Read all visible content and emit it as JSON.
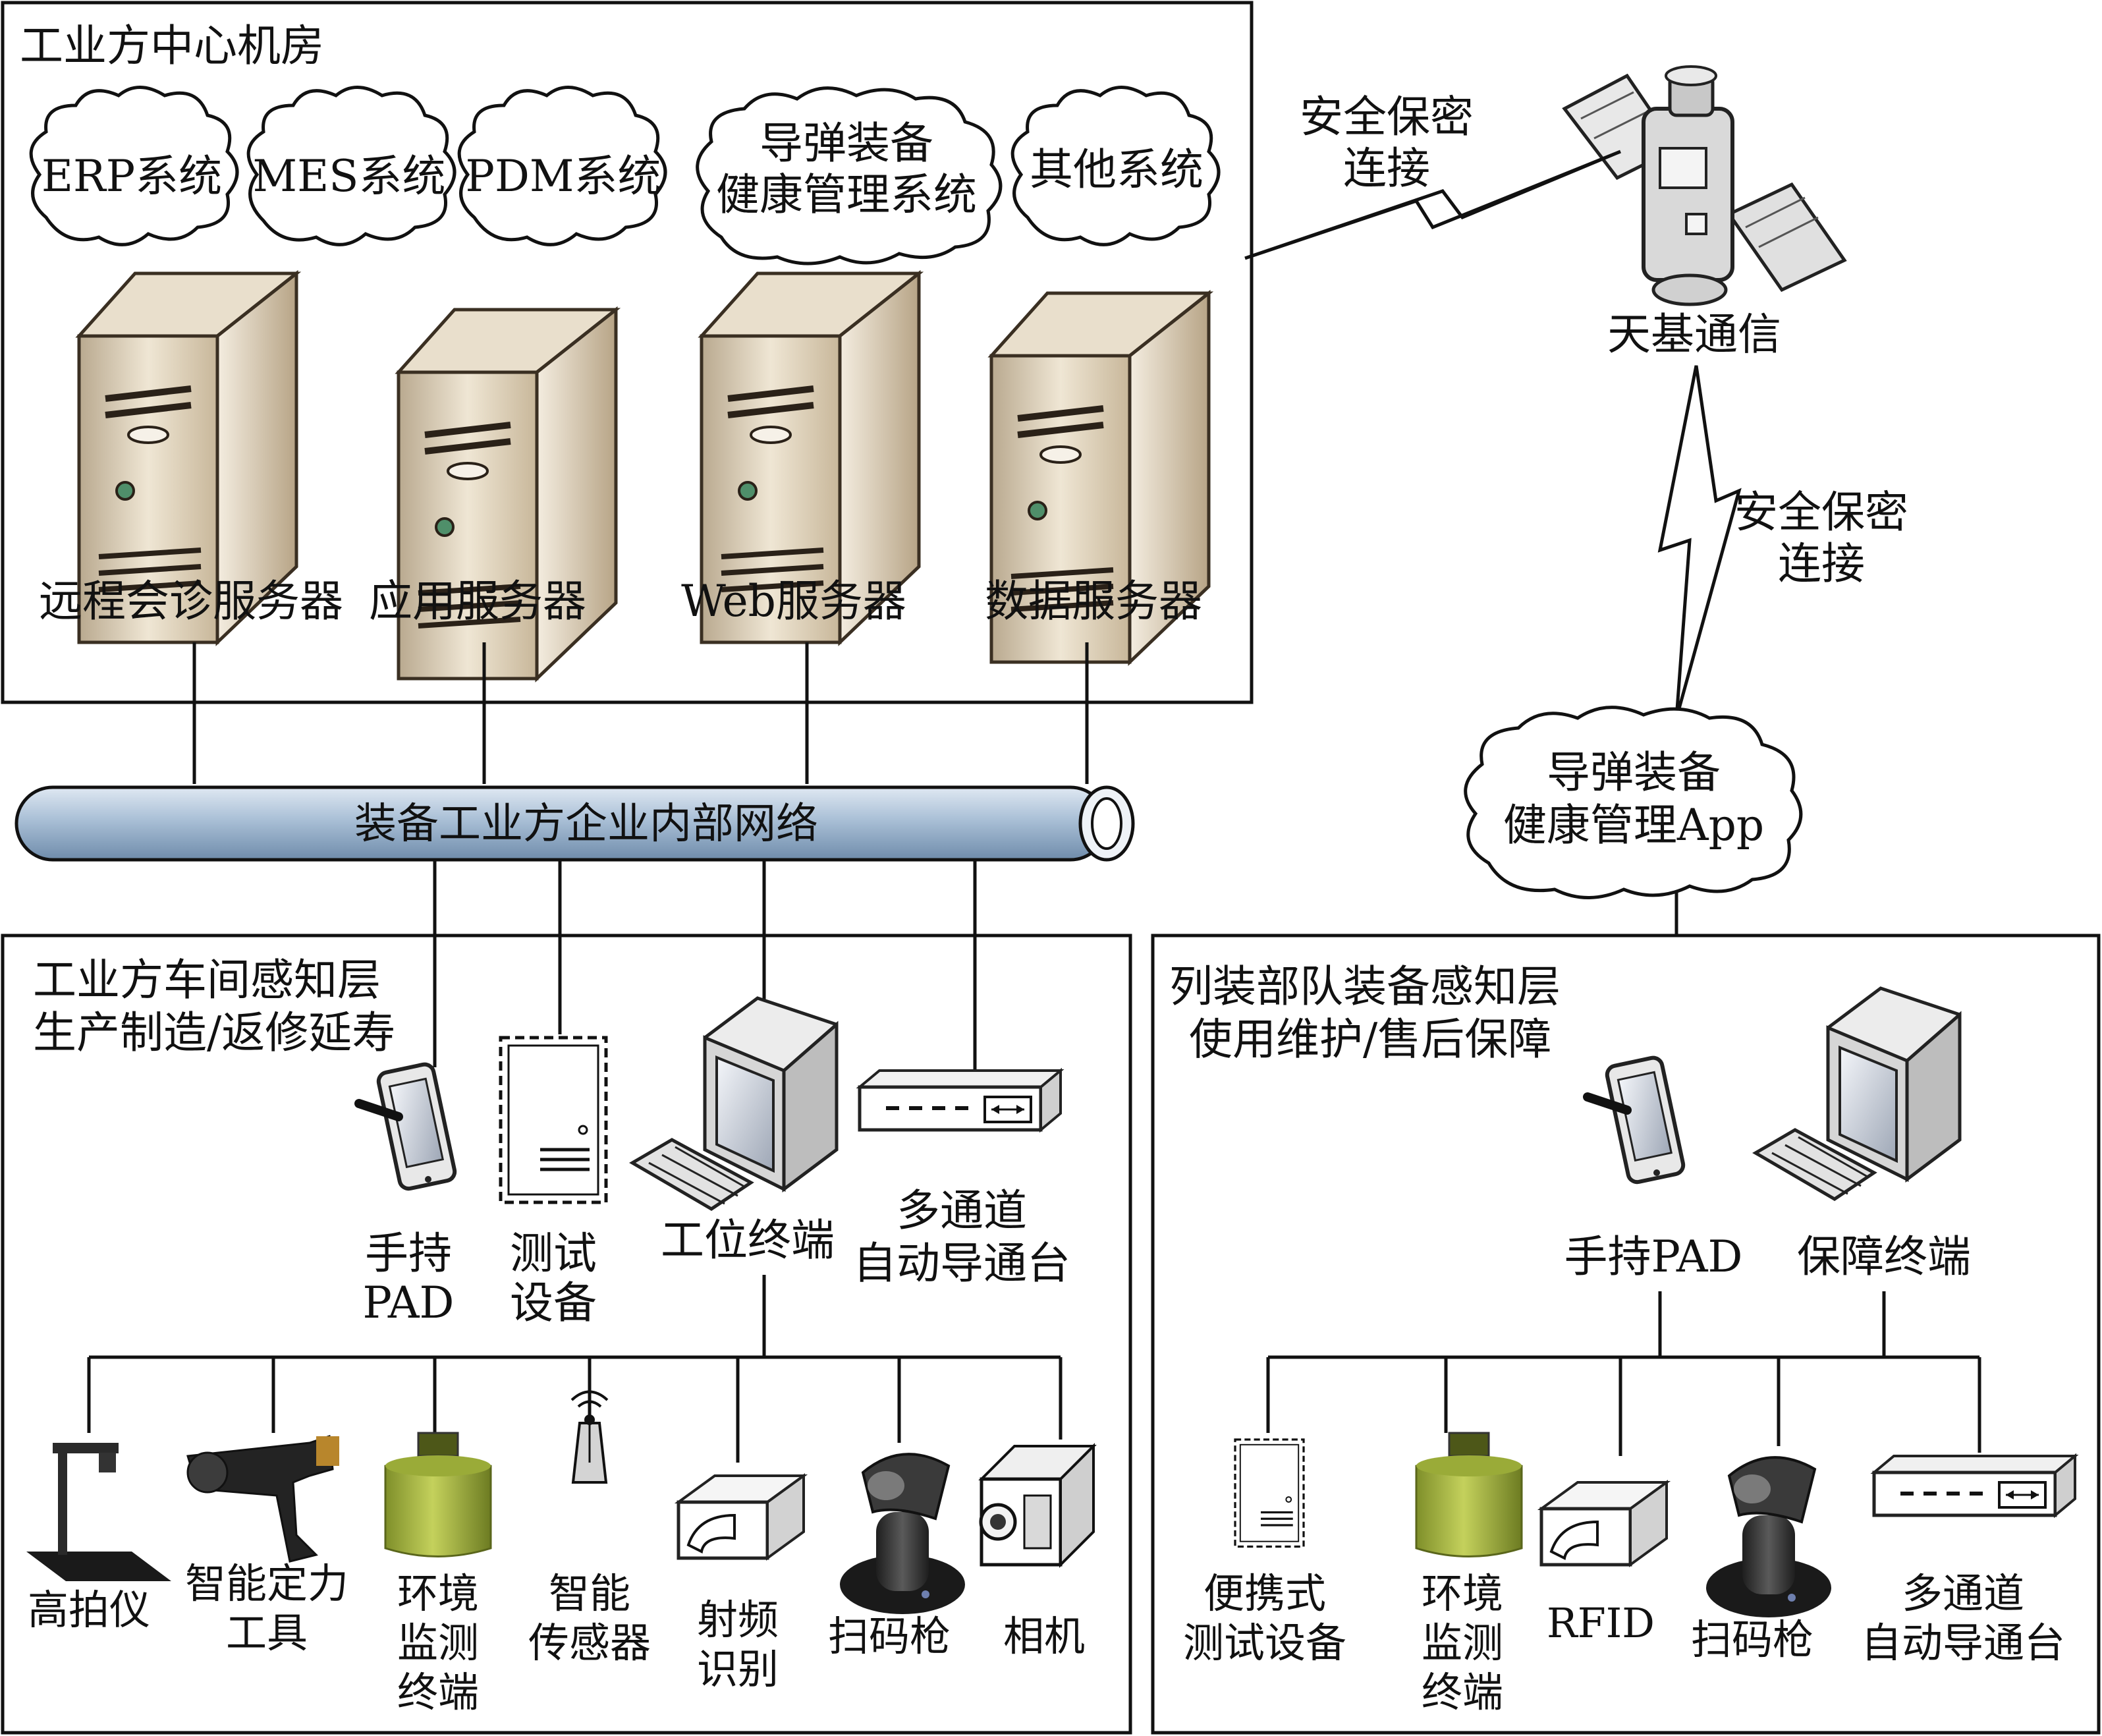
{
  "center": {
    "title": "工业方中心机房",
    "clouds": [
      "ERP系统",
      "MES系统",
      "PDM系统",
      [
        "导弹装备",
        "健康管理系统"
      ],
      "其他系统"
    ],
    "servers": [
      "远程会诊服务器",
      "应用服务器",
      "Web服务器",
      "数据服务器"
    ]
  },
  "satellite": {
    "label": "天基通信",
    "link_top": [
      "安全保密",
      "连接"
    ],
    "link_right": [
      "安全保密",
      "连接"
    ]
  },
  "app_cloud": [
    "导弹装备",
    "健康管理App"
  ],
  "network": {
    "label": "装备工业方企业内部网络"
  },
  "workshop": {
    "title": [
      "工业方车间感知层",
      "生产制造/返修延寿"
    ],
    "devices": [
      [
        "手持",
        "PAD"
      ],
      [
        "测试",
        "设备"
      ],
      [
        "工位终端"
      ],
      [
        "多通道",
        "自动导通台"
      ]
    ],
    "peripherals": [
      [
        "高拍仪"
      ],
      [
        "智能定力",
        "工具"
      ],
      [
        "环境",
        "监测",
        "终端"
      ],
      [
        "智能",
        "传感器"
      ],
      [
        "射频",
        "识别"
      ],
      [
        "扫码枪"
      ],
      [
        "相机"
      ]
    ]
  },
  "army": {
    "title": [
      "列装部队装备感知层",
      "使用维护/售后保障"
    ],
    "devices": [
      "手持PAD",
      "保障终端"
    ],
    "peripherals": [
      [
        "便携式",
        "测试设备"
      ],
      [
        "环境",
        "监测",
        "终端"
      ],
      [
        "RFID"
      ],
      [
        "扫码枪"
      ],
      [
        "多通道",
        "自动导通台"
      ]
    ]
  }
}
